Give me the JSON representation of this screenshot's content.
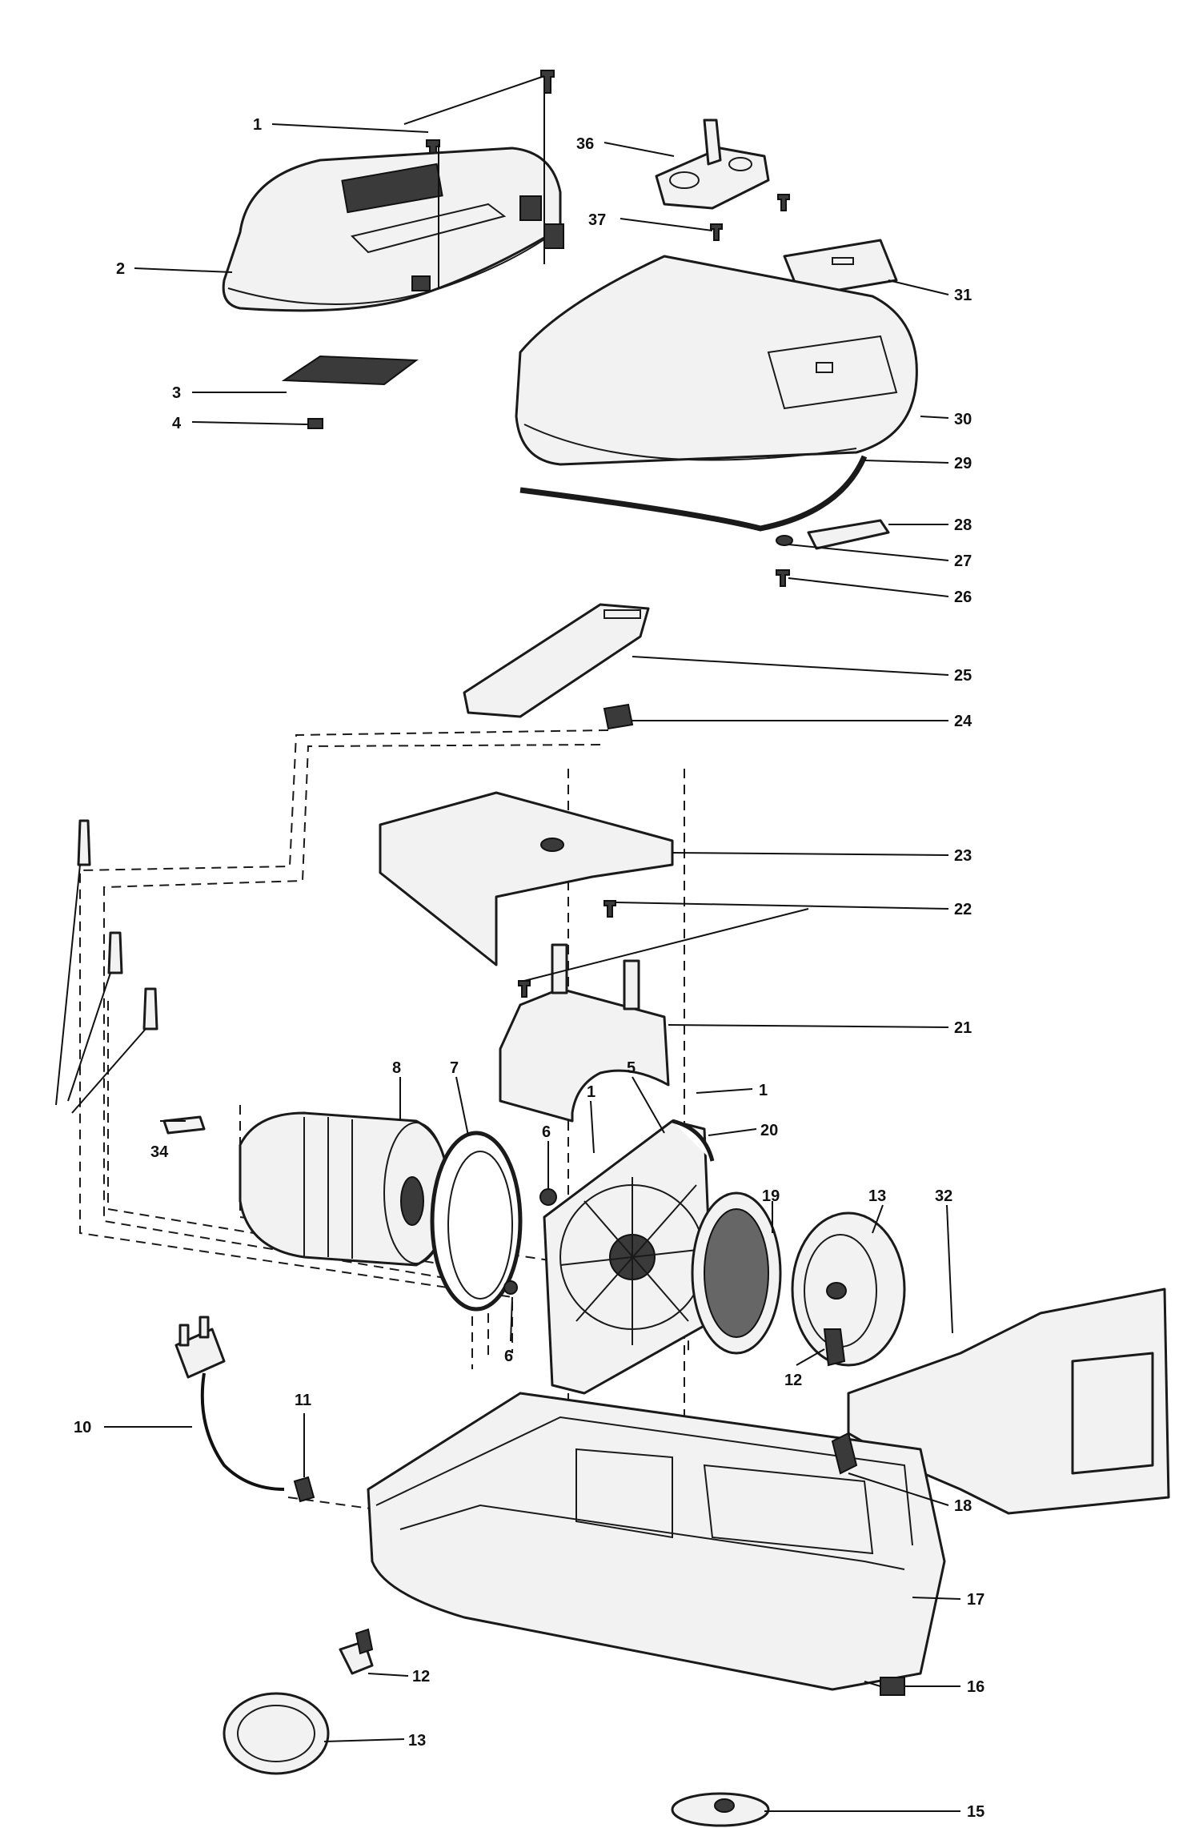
{
  "callouts": {
    "c1a": "1",
    "c1b": "1",
    "c2": "2",
    "c3": "3",
    "c4": "4",
    "c5": "5",
    "c6a": "6",
    "c6b": "6",
    "c7": "7",
    "c8": "8",
    "c10": "10",
    "c11": "11",
    "c12a": "12",
    "c12b": "12",
    "c13a": "13",
    "c13b": "13",
    "c15": "15",
    "c16": "16",
    "c17": "17",
    "c18": "18",
    "c19": "19",
    "c20": "20",
    "c21": "21",
    "c22": "22",
    "c23": "23",
    "c24": "24",
    "c25": "25",
    "c26": "26",
    "c27": "27",
    "c28": "28",
    "c29": "29",
    "c30": "30",
    "c31": "31",
    "c32": "32",
    "c34": "34",
    "c36": "36",
    "c37": "37"
  }
}
